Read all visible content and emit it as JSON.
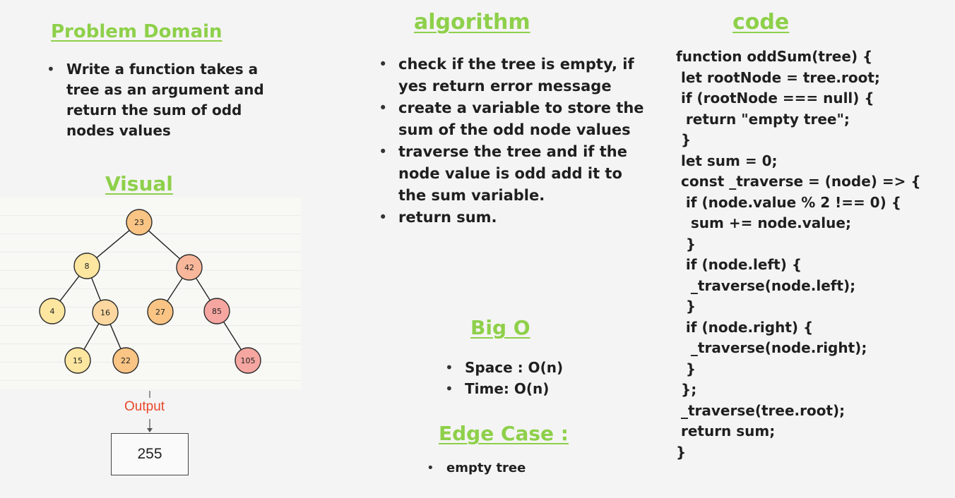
{
  "problem": {
    "heading": "Problem Domain",
    "bullets": [
      "Write a function takes a tree as an argument and return the sum of odd nodes values"
    ]
  },
  "algorithm": {
    "heading": "algorithm",
    "bullets": [
      "check if the tree is empty, if yes return error message",
      "create a variable to store the sum of the odd node values",
      "traverse the tree and if the node value is odd add it to the sum variable.",
      "return sum."
    ]
  },
  "big_o": {
    "heading": "Big O",
    "bullets": [
      "Space : O(n)",
      "Time: O(n)"
    ]
  },
  "edge_case": {
    "heading": "Edge Case :",
    "bullets": [
      "empty tree"
    ]
  },
  "visual": {
    "heading": "Visual",
    "tree": {
      "nodes": [
        {
          "id": "n23",
          "label": "23",
          "color": "#f9c484"
        },
        {
          "id": "n8",
          "label": "8",
          "color": "#fce6a0"
        },
        {
          "id": "n42",
          "label": "42",
          "color": "#f8b79a"
        },
        {
          "id": "n4",
          "label": "4",
          "color": "#fce6a0"
        },
        {
          "id": "n16",
          "label": "16",
          "color": "#fcd8a0"
        },
        {
          "id": "n27",
          "label": "27",
          "color": "#f9c484"
        },
        {
          "id": "n85",
          "label": "85",
          "color": "#f6a6a0"
        },
        {
          "id": "n15",
          "label": "15",
          "color": "#fce6a0"
        },
        {
          "id": "n22",
          "label": "22",
          "color": "#f9c484"
        },
        {
          "id": "n105",
          "label": "105",
          "color": "#f6a6a0"
        }
      ],
      "edges": [
        [
          "n23",
          "n8"
        ],
        [
          "n23",
          "n42"
        ],
        [
          "n8",
          "n4"
        ],
        [
          "n8",
          "n16"
        ],
        [
          "n42",
          "n27"
        ],
        [
          "n42",
          "n85"
        ],
        [
          "n16",
          "n15"
        ],
        [
          "n16",
          "n22"
        ],
        [
          "n85",
          "n105"
        ]
      ]
    },
    "output_label": "Output",
    "output_value": "255"
  },
  "code": {
    "heading": "code",
    "lines": [
      "function oddSum(tree) {",
      " let rootNode = tree.root;",
      " if (rootNode === null) {",
      "  return \"empty tree\";",
      " }",
      " let sum = 0;",
      " const _traverse = (node) => {",
      "  if (node.value % 2 !== 0) {",
      "   sum += node.value;",
      "  }",
      "  if (node.left) {",
      "   _traverse(node.left);",
      "  }",
      "  if (node.right) {",
      "   _traverse(node.right);",
      "  }",
      " };",
      " _traverse(tree.root);",
      " return sum;",
      "}"
    ]
  }
}
